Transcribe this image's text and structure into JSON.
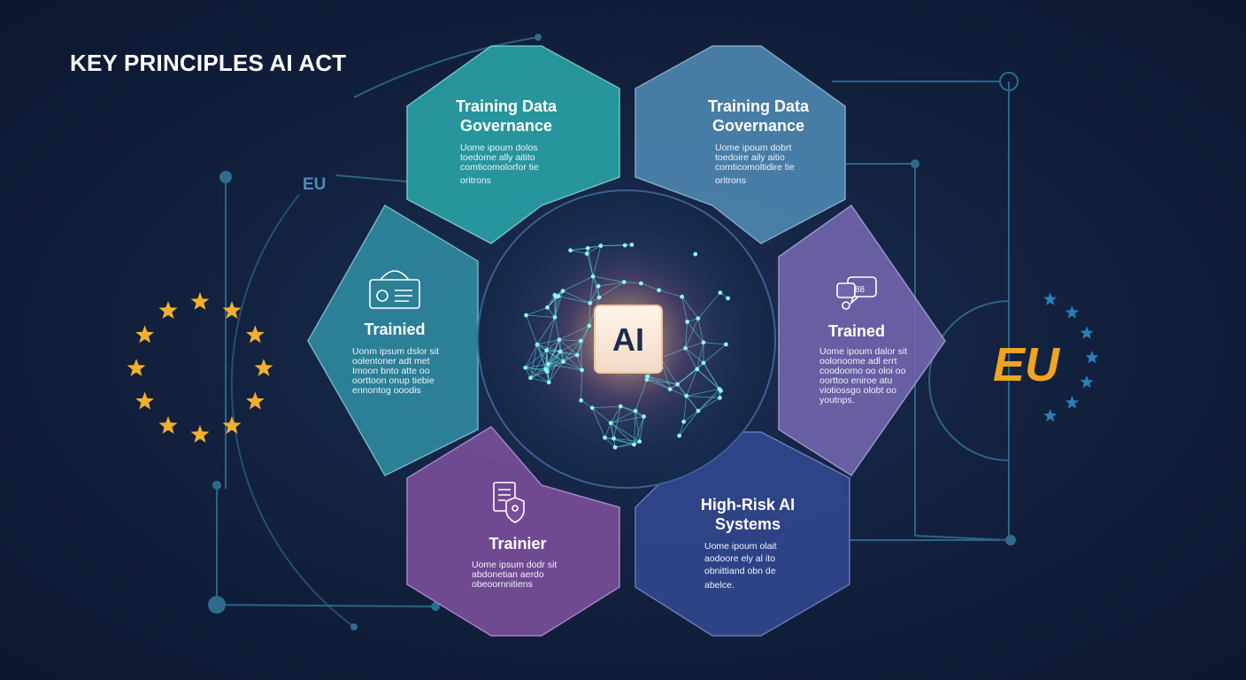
{
  "title": "KEY PRINCIPLES AI ACT",
  "center": {
    "label": "AI"
  },
  "eu_labels": {
    "small": "EU",
    "large": "EU"
  },
  "colors": {
    "background": "#13223f",
    "teal": "#2aa5a9",
    "steel_blue": "#4f89b4",
    "purple": "#7166ad",
    "violet": "#7a4f9a",
    "navy": "#32478f",
    "star": "#f3b02a",
    "star_blue": "#2a7fb8",
    "eu_text": "#f1a321"
  },
  "segments": [
    {
      "title": [
        "Training Data",
        "Governance"
      ],
      "body": [
        "Uome ipoum dolos",
        "toedome ally aitito",
        "comticomolorfor tie",
        "oritrons"
      ],
      "icon": "none"
    },
    {
      "title": [
        "Training Data",
        "Governance"
      ],
      "body": [
        "Uome ipoum dobrt",
        "toedoire aily aitio",
        "comticomoltidire tie",
        "oritrons"
      ],
      "icon": "none"
    },
    {
      "title": [
        "Trained"
      ],
      "body": [
        "Uome ipoum dalor sit",
        "oolonoome adl errt",
        "coodoomo oo oloi oo",
        "oorttoo eniroe atu",
        "viotiossgo olobt oo",
        "youtnps."
      ],
      "icon": "chat-bubbles-icon"
    },
    {
      "title": [
        "High-Risk AI",
        "Systems"
      ],
      "body": [
        "Uome ipoum olait",
        "aodoore ely al ito",
        "obnittiand obn de",
        "abelce."
      ],
      "icon": "none"
    },
    {
      "title": [
        "Trainier"
      ],
      "body": [
        "Uome ipsum dodr sit",
        "abdonetian aerdo",
        "obeoornnitiens"
      ],
      "icon": "document-shield-icon"
    },
    {
      "title": [
        "Trainied"
      ],
      "body": [
        "Uonm ipsum dslor sit",
        "oolentoner adt met",
        "Imoon bnto atte oo",
        "oorttoon onup tiebie",
        "ennontog ooodis"
      ],
      "icon": "certificate-icon"
    }
  ]
}
